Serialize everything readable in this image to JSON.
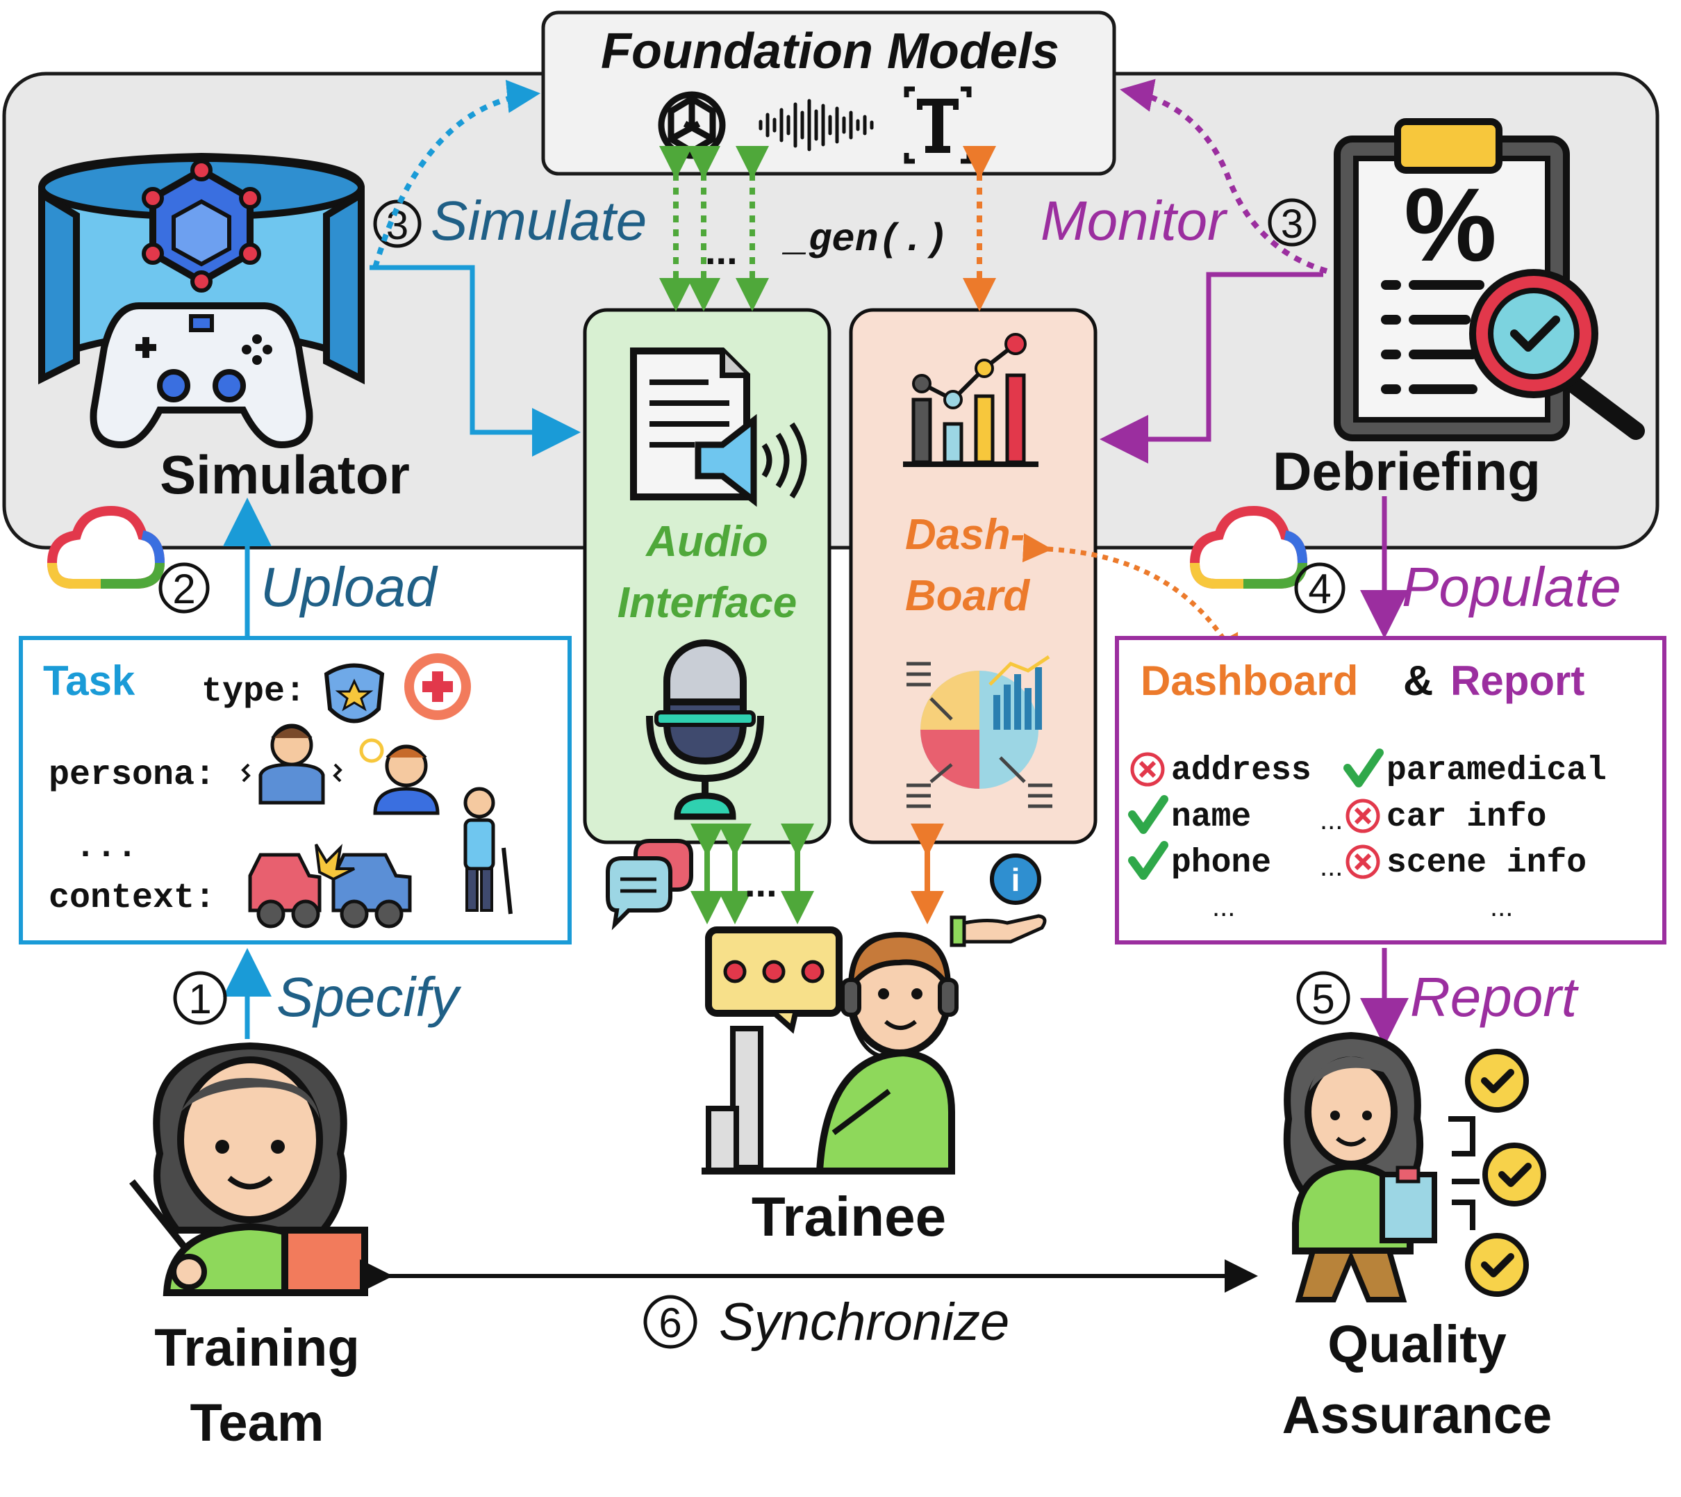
{
  "foundation": {
    "title": "Foundation Models",
    "gen_label": "_gen(.)",
    "dots": "..."
  },
  "simulator": {
    "label": "Simulator",
    "step_num": "3",
    "step_label": "Simulate"
  },
  "debriefing": {
    "label": "Debriefing",
    "step_num": "3",
    "step_label": "Monitor"
  },
  "audio": {
    "line1": "Audio",
    "line2": "Interface"
  },
  "dashboard_panel": {
    "line1": "Dash-",
    "line2": "Board"
  },
  "upload": {
    "step_num": "2",
    "label": "Upload"
  },
  "task": {
    "title": "Task",
    "type_label": "type:",
    "persona_label": "persona:",
    "ellipsis": "...",
    "context_label": "context:"
  },
  "populate": {
    "step_num": "4",
    "label": "Populate"
  },
  "report_box": {
    "title_left": "Dashboard",
    "title_amp": "&",
    "title_right": "Report",
    "items": [
      {
        "text": "address",
        "status": "x"
      },
      {
        "text": "name",
        "status": "check"
      },
      {
        "text": "phone",
        "status": "check"
      },
      {
        "text": "paramedical",
        "status": "check"
      },
      {
        "text": "car info",
        "status": "x"
      },
      {
        "text": "scene info",
        "status": "x"
      }
    ],
    "dots": "...",
    "ellipsis": "..."
  },
  "trainee_dots": "...",
  "specify": {
    "step_num": "1",
    "label": "Specify"
  },
  "report": {
    "step_num": "5",
    "label": "Report"
  },
  "synchronize": {
    "step_num": "6",
    "label": "Synchronize"
  },
  "trainee": {
    "label": "Trainee"
  },
  "training_team": {
    "line1": "Training",
    "line2": "Team"
  },
  "quality": {
    "line1": "Quality",
    "line2": "Assurance"
  },
  "colors": {
    "blue": "#1a9bd7",
    "purple": "#9b2e9f",
    "green": "#4fa83a",
    "orange": "#ec7a2b",
    "dark_blue_text": "#1f5f86"
  }
}
